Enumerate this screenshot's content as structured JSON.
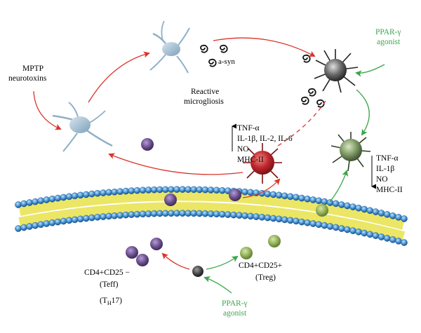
{
  "labels": {
    "mptp_line1": "MPTP",
    "mptp_line2": "neurotoxins",
    "asyn": "a-syn",
    "reactive_line1": "Reactive",
    "reactive_line2": "microgliosis",
    "ppar_top_line1": "PPAR-γ",
    "ppar_top_line2": "agonist",
    "ppar_bottom_line1": "PPAR-γ",
    "ppar_bottom_line2": "agonist",
    "teff_line1": "CD4+CD25 −",
    "teff_line2": "(Teff)",
    "th17_prefix": "(T",
    "th17_sub": "H",
    "th17_suffix": "17)",
    "treg_line1": "CD4+CD25+",
    "treg_line2": "(Treg)"
  },
  "pro_inflammatory": [
    "TNF-α",
    "IL-1β, IL-2, IL-6",
    "NO",
    "MHC-II"
  ],
  "anti_inflammatory": [
    "TNF-α",
    "IL-1β",
    "NO",
    "MHC-II"
  ],
  "colors": {
    "red_arrow": "#d9342b",
    "green_arrow": "#3aa64a",
    "green_text": "#3aa64a",
    "neuron": "#8fb0c8",
    "microglia_gray": "#6b6b6b",
    "microglia_red": "#c0282e",
    "microglia_green": "#7f9a66",
    "t_cell_purple": "#6a4f8c",
    "t_cell_green": "#8fae55",
    "bbb_head": "#3f8fd0",
    "bbb_tail": "#e8e24a"
  }
}
